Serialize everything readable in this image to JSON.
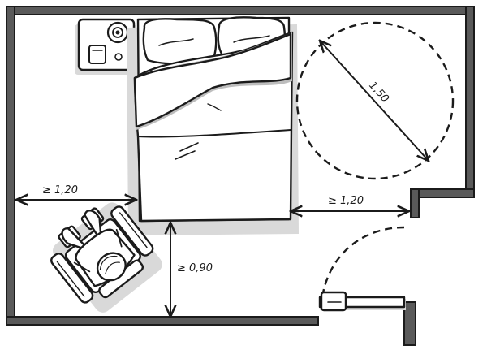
{
  "dimensions": {
    "turning_diameter": "1,50",
    "left_clearance": "≥ 1,20",
    "right_clearance": "≥ 1,20",
    "foot_clearance": "≥ 0,90"
  }
}
